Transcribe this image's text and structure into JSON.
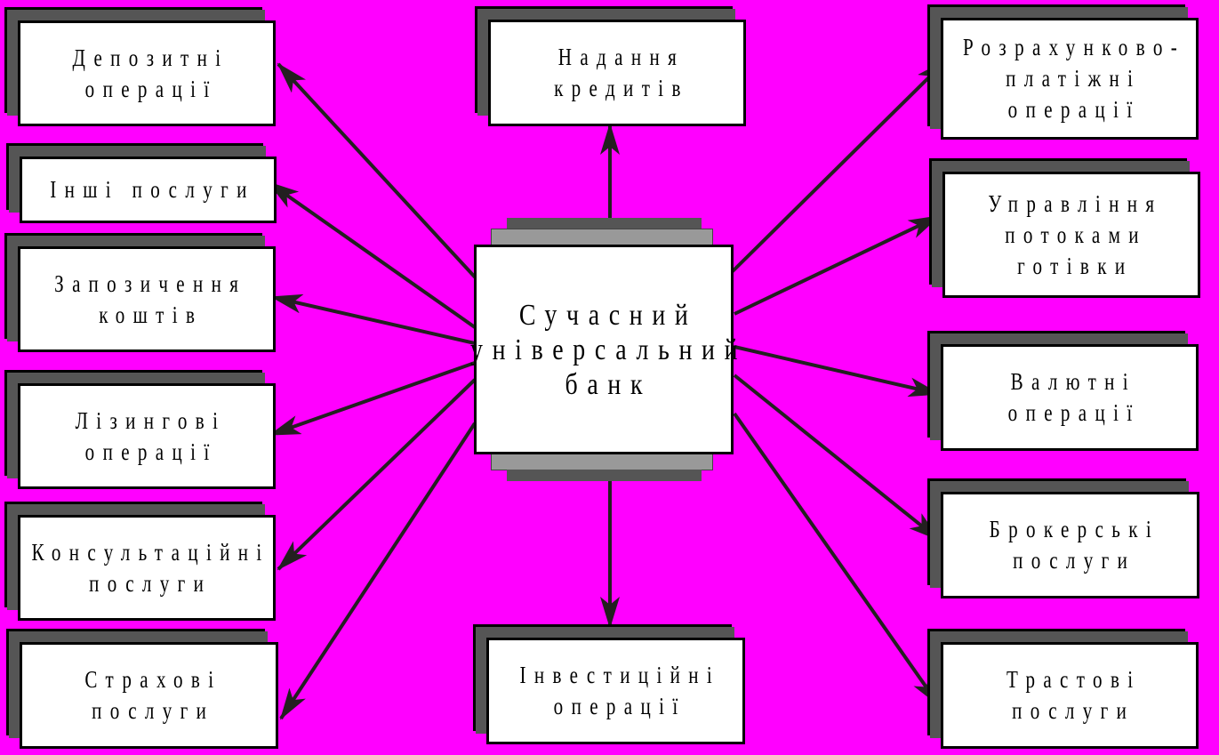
{
  "center": {
    "lines": [
      "Сучасний",
      "універсальний",
      "банк"
    ]
  },
  "boxes": {
    "deposit": {
      "lines": [
        "Депозитні",
        "операції"
      ]
    },
    "other": {
      "lines": [
        "Інші послуги"
      ]
    },
    "borrowing": {
      "lines": [
        "Запозичення",
        "коштів"
      ]
    },
    "leasing": {
      "lines": [
        "Лізингові",
        "операції"
      ]
    },
    "consulting": {
      "lines": [
        "Консультаційні",
        "послуги"
      ]
    },
    "insurance": {
      "lines": [
        "Страхові",
        "послуги"
      ]
    },
    "credits": {
      "lines": [
        "Надання",
        "кредитів"
      ]
    },
    "investment": {
      "lines": [
        "Інвестиційні",
        "операції"
      ]
    },
    "settlement": {
      "lines": [
        "Розрахунково-",
        "платіжні",
        "операції"
      ]
    },
    "cash": {
      "lines": [
        "Управління",
        "потоками",
        "готівки"
      ]
    },
    "currency": {
      "lines": [
        "Валютні",
        "операції"
      ]
    },
    "brokerage": {
      "lines": [
        "Брокерські",
        "послуги"
      ]
    },
    "trust": {
      "lines": [
        "Трастові",
        "послуги"
      ]
    }
  },
  "colors": {
    "background": "#ff00ff",
    "box_fill": "#ffffff",
    "box_shadow": "#555555",
    "outline": "#000000",
    "plate_light": "#999999",
    "plate_dark": "#555555",
    "arrow": "#231f20"
  }
}
